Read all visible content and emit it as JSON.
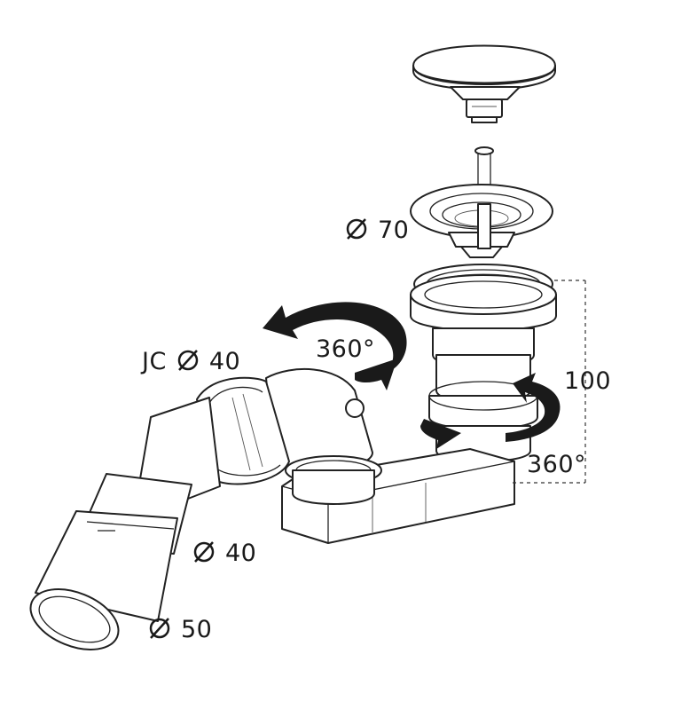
{
  "labels": {
    "cap_diameter": "70",
    "outlet_label": "JC",
    "outlet_diameter": "40",
    "pipe_inner": "40",
    "pipe_outer": "50",
    "rotation_top": "360°",
    "rotation_bottom": "360°",
    "height": "100"
  },
  "symbols": {
    "diameter": "diameter-icon"
  },
  "colors": {
    "line": "#222222",
    "arrow": "#1a1a1a",
    "background": "#ffffff"
  }
}
